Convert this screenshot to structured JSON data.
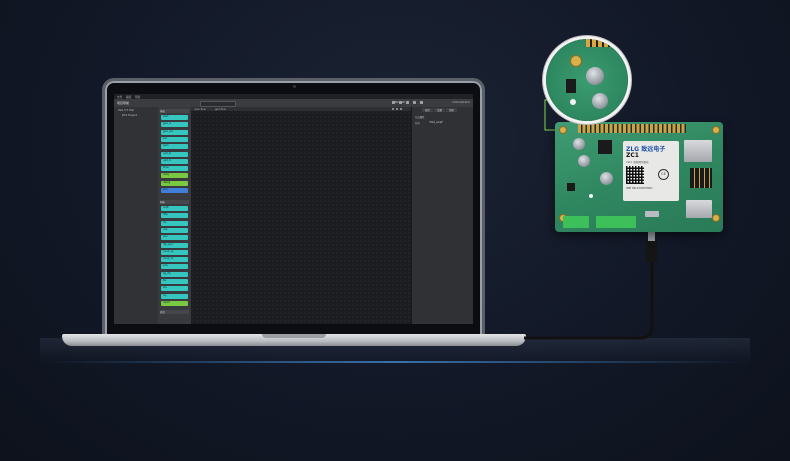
{
  "ide": {
    "menu": [
      "文件",
      "编辑",
      "帮助"
    ],
    "toolbar": {
      "title": "项目导航",
      "brand": "AWorksLP",
      "user": "Administrator"
    },
    "tree": [
      "ZLG IoT Hub",
      "ZC1 Project"
    ],
    "palette": {
      "group1_title": "基础",
      "group1_blocks": [
        "start",
        "gpio_in",
        "gpio_out",
        "adc",
        "pwm",
        "uart_tx",
        "uart_rx",
        "timer",
        "delay",
        "debug",
        "end"
      ],
      "group2_title": "网络",
      "group2_blocks": [
        "mqtt",
        "http",
        "tcp",
        "udp",
        "json",
        "ntp_sync",
        "cloud_up",
        "cloud_dn",
        "sms",
        "4g_cfg",
        "lbs",
        "ota",
        "log",
        "report"
      ],
      "group3_title": "其他"
    },
    "tabs": [
      "main.flow",
      "gpio.flow"
    ],
    "right_panel": {
      "tabs": [
        "属性",
        "变量",
        "帮助"
      ],
      "header": "节点属性",
      "key": "名称",
      "value": "\"ZC1_node\""
    }
  },
  "board": {
    "module_brand": "ZLG 致远电子",
    "module_model": "ZC1",
    "module_sub": "Cat.1 智能网关模块",
    "module_code": "IMEI 8612345678901",
    "cert": "CE"
  },
  "colors": {
    "block_teal": "#35c6c0",
    "block_green": "#7ac943",
    "block_blue": "#3f7fd9",
    "pcb_green": "#2f8760",
    "accent_line": "#7dd84a"
  }
}
